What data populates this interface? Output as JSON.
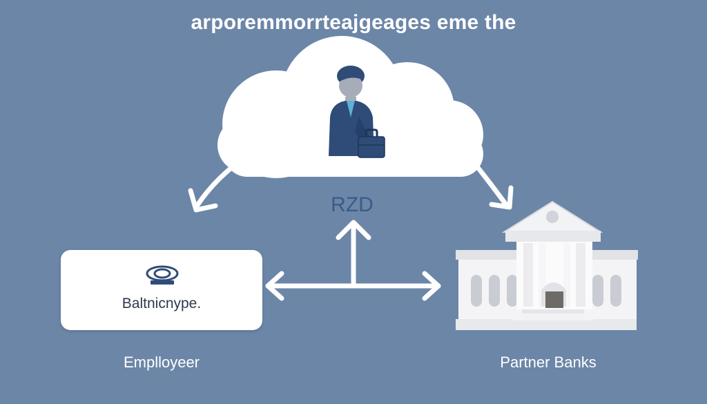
{
  "header": {
    "title": "arporemmorrteajgeages eme the"
  },
  "center": {
    "label": "RZD",
    "person_icon": "businessperson-with-briefcase-icon"
  },
  "employer": {
    "card_text": "Baltnicnype.",
    "caption": "Emplloyeer",
    "logo_icon": "company-logo-icon"
  },
  "banks": {
    "caption": "Partner Banks",
    "icon": "bank-building-icon"
  },
  "colors": {
    "background": "#6c86a8",
    "cloud": "#ffffff",
    "arrow": "#ffffff",
    "person_suit": "#2f4b78",
    "accent_text": "#3d5a86"
  }
}
